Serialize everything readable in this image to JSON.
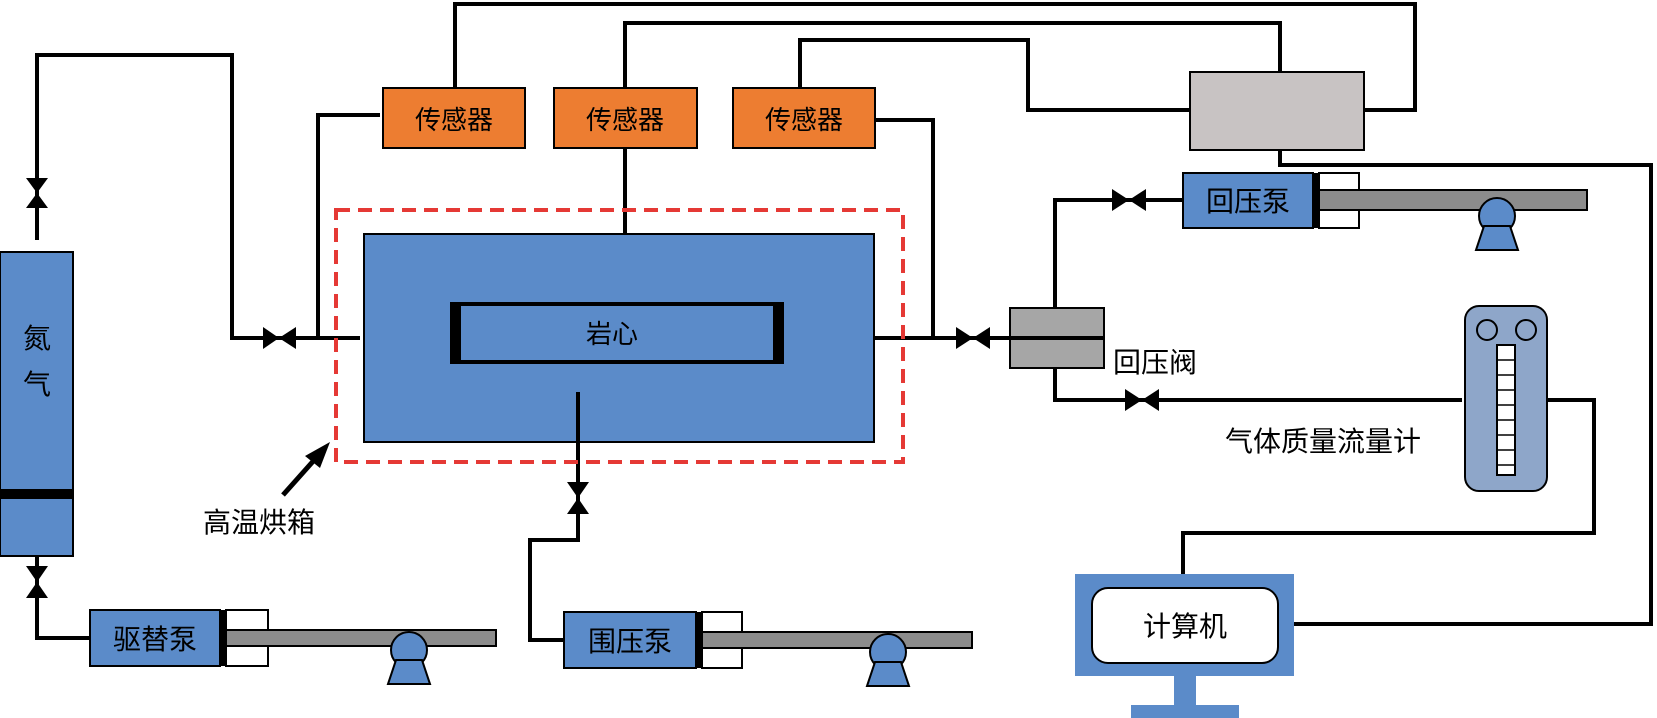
{
  "labels": {
    "nitrogen": "氮\n气",
    "sensor_1": "传感器",
    "sensor_2": "传感器",
    "sensor_3": "传感器",
    "core": "岩心",
    "oven": "高温烘箱",
    "back_pressure_pump": "回压泵",
    "back_pressure_valve": "回压阀",
    "flow_meter": "气体质量流量计",
    "displacement_pump": "驱替泵",
    "confining_pump": "围压泵",
    "computer": "计算机"
  },
  "colors": {
    "sensor": "#ED7D31",
    "blue_component": "#5B8BC9",
    "oven_border": "#E53935",
    "grey_box": "#C8C3C3",
    "valve_grey": "#A6A6A6",
    "meter": "#8EA6C9"
  }
}
